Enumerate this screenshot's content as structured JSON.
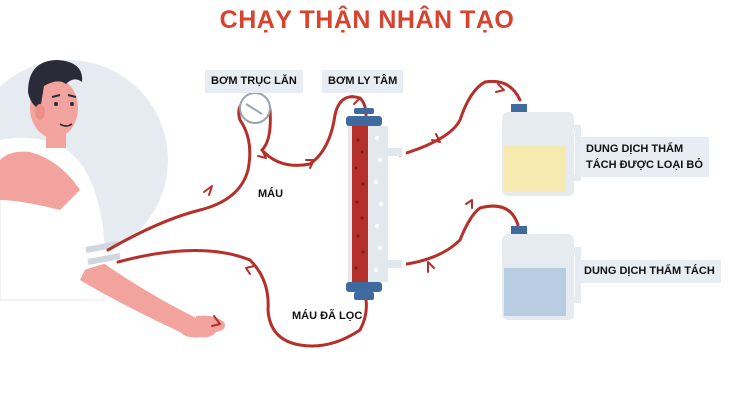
{
  "title": "CHẠY THẬN NHÂN TẠO",
  "labels": {
    "roller_pump": "BƠM TRỤC LĂN",
    "centrifugal_pump": "BƠM LY TÂM",
    "blood": "MÁU",
    "filtered_blood": "MÁU ĐÃ LỌC",
    "waste_dialysate_line1": "DUNG DỊCH THẨM",
    "waste_dialysate_line2": "TÁCH ĐƯỢC LOẠI BỎ",
    "fresh_dialysate": "DUNG DỊCH THẨM TÁCH"
  },
  "colors": {
    "title": "#d8432e",
    "tube": "#b5302a",
    "blood": "#b5302a",
    "label_bg": "#e8edf3",
    "waste_fluid": "#f6eab0",
    "fresh_fluid": "#b9cde2",
    "filter_cap": "#3f6aa0"
  }
}
